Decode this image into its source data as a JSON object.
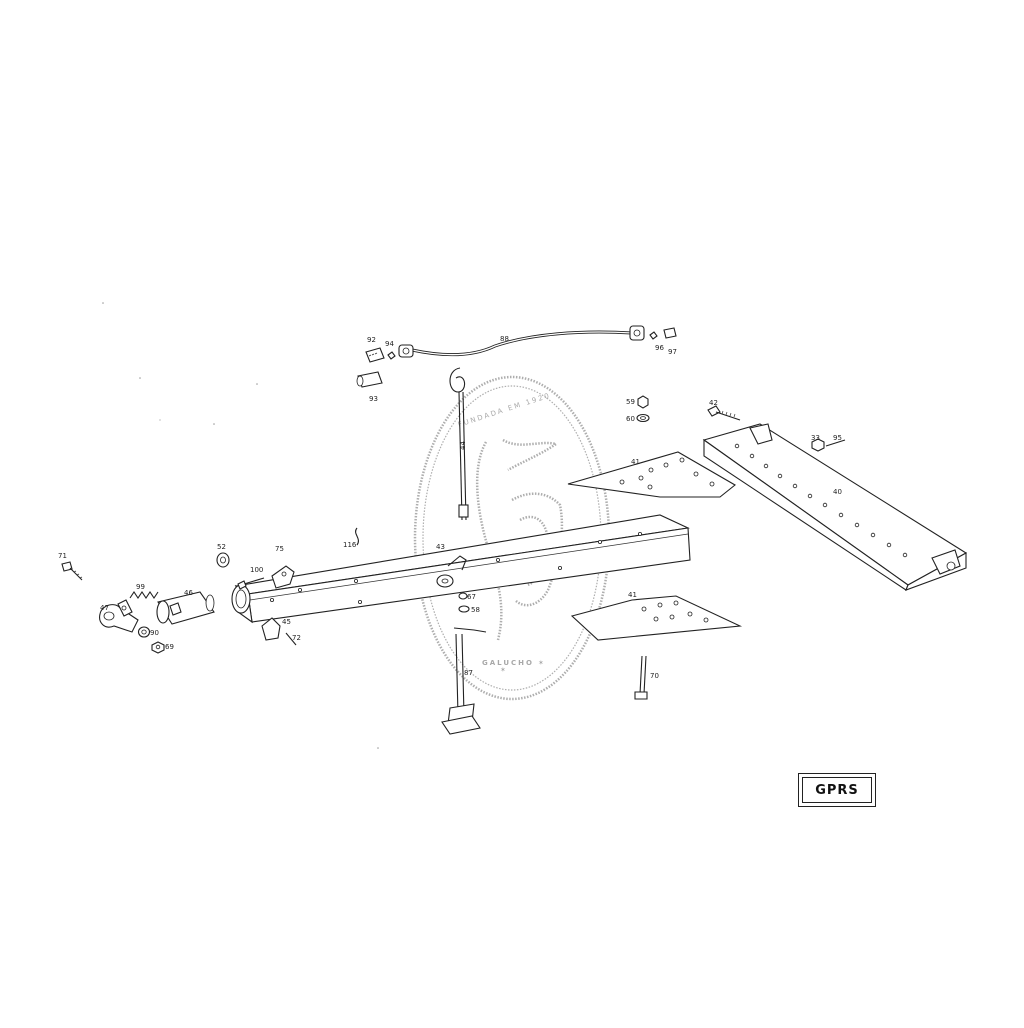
{
  "drawing_code": "GPRS",
  "watermark": {
    "text_top": "FUNDADA EM 1920",
    "text_bottom": "GALUCHO"
  },
  "callouts": {
    "c92": "92",
    "c94": "94",
    "c93": "93",
    "c88": "88",
    "c96": "96",
    "c97": "97",
    "c44": "44",
    "c59": "59",
    "c60": "60",
    "c42": "42",
    "c33": "33",
    "c95": "95",
    "c40": "40",
    "c41a": "41",
    "c41b": "41",
    "c43": "43",
    "c116": "116",
    "c52": "52",
    "c75": "75",
    "c100": "100",
    "c99": "99",
    "c46": "46",
    "c47": "47",
    "c71": "71",
    "c90": "90",
    "c69": "69",
    "c45": "45",
    "c72": "72",
    "c67": "67",
    "c58": "58",
    "c87": "87",
    "c70": "70"
  }
}
